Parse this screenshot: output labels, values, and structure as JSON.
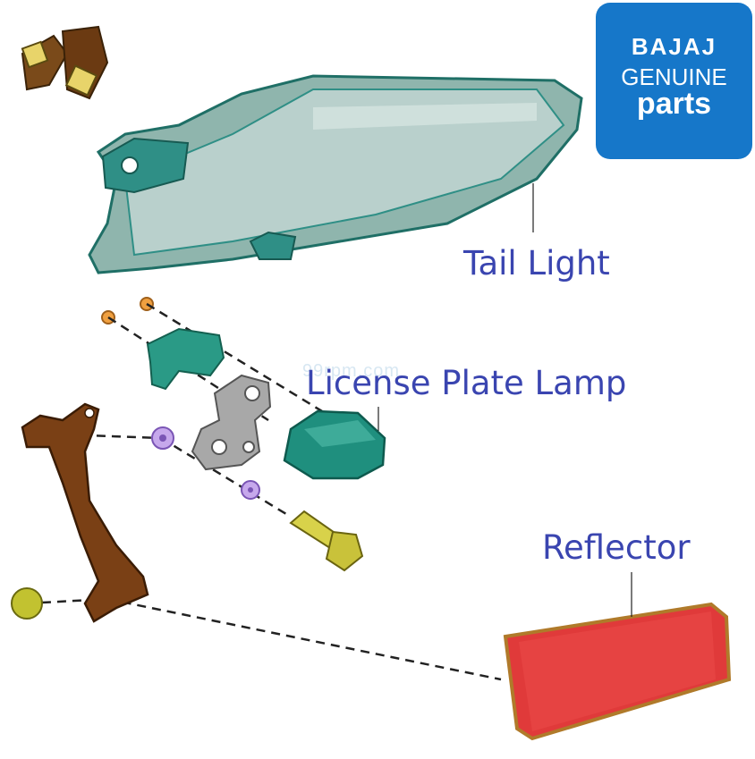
{
  "logo": {
    "brand": "BAJAJ",
    "line2": "GENUINE",
    "line3": "parts",
    "color": "#1677c9"
  },
  "callouts": {
    "tail_light": "Tail Light",
    "license_plate_lamp": "License Plate Lamp",
    "reflector": "Reflector"
  },
  "watermark": "99rpm.com",
  "colors": {
    "label": "#3a45b0",
    "tail_light": "#2f8f86",
    "lamp": "#1f8f7e",
    "bracket": "#6b3a12",
    "reflector": "#e03a3a",
    "bolt": "#c9c23a",
    "nut": "#a98ad8",
    "screw": "#f0a040"
  }
}
